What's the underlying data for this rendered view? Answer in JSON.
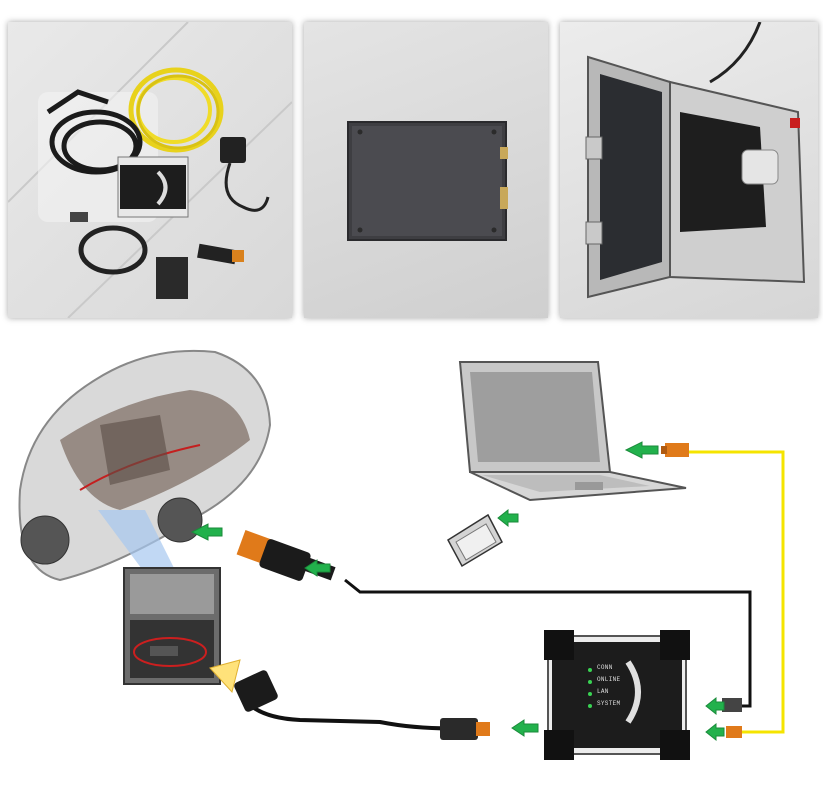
{
  "photos": {
    "accessories": {
      "kind": "product-photo"
    },
    "ssd": {
      "kind": "product-photo"
    },
    "laptop": {
      "kind": "product-photo"
    }
  },
  "diagram": {
    "colors": {
      "cable_black": "#111111",
      "cable_yellow": "#f5e400",
      "arrow_green": "#22b14c",
      "connector_orange": "#e07a1a",
      "highlight_yellow": "#ffe27a"
    },
    "module_labels": [
      "CONN",
      "ONLINE",
      "LAN",
      "SYSTEM"
    ]
  }
}
